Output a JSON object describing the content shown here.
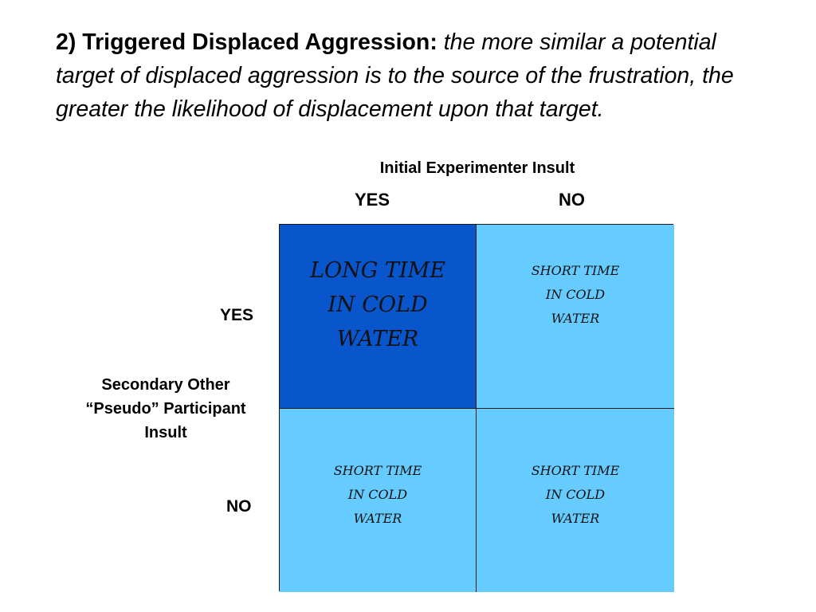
{
  "heading": {
    "lead": "2) Triggered Displaced Aggression:",
    "rest": "the more similar a potential target of displaced aggression is to the source of the frustration, the greater the likelihood of displacement upon that target."
  },
  "columns": {
    "header": "Initial Experimenter Insult",
    "yes": "YES",
    "no": "NO"
  },
  "rows": {
    "header": "Secondary Other “Pseudo” Participant Insult",
    "yes": "YES",
    "no": "NO"
  },
  "cells": {
    "yes_yes": "LONG TIME\nIN COLD\nWATER",
    "yes_no": "SHORT TIME\nIN COLD\nWATER",
    "no_yes": "SHORT TIME\nIN COLD\nWATER",
    "no_no": "SHORT TIME\nIN COLD\nWATER"
  },
  "colors": {
    "highlight_cell": "#0855CC",
    "normal_cell": "#66CCFF"
  }
}
